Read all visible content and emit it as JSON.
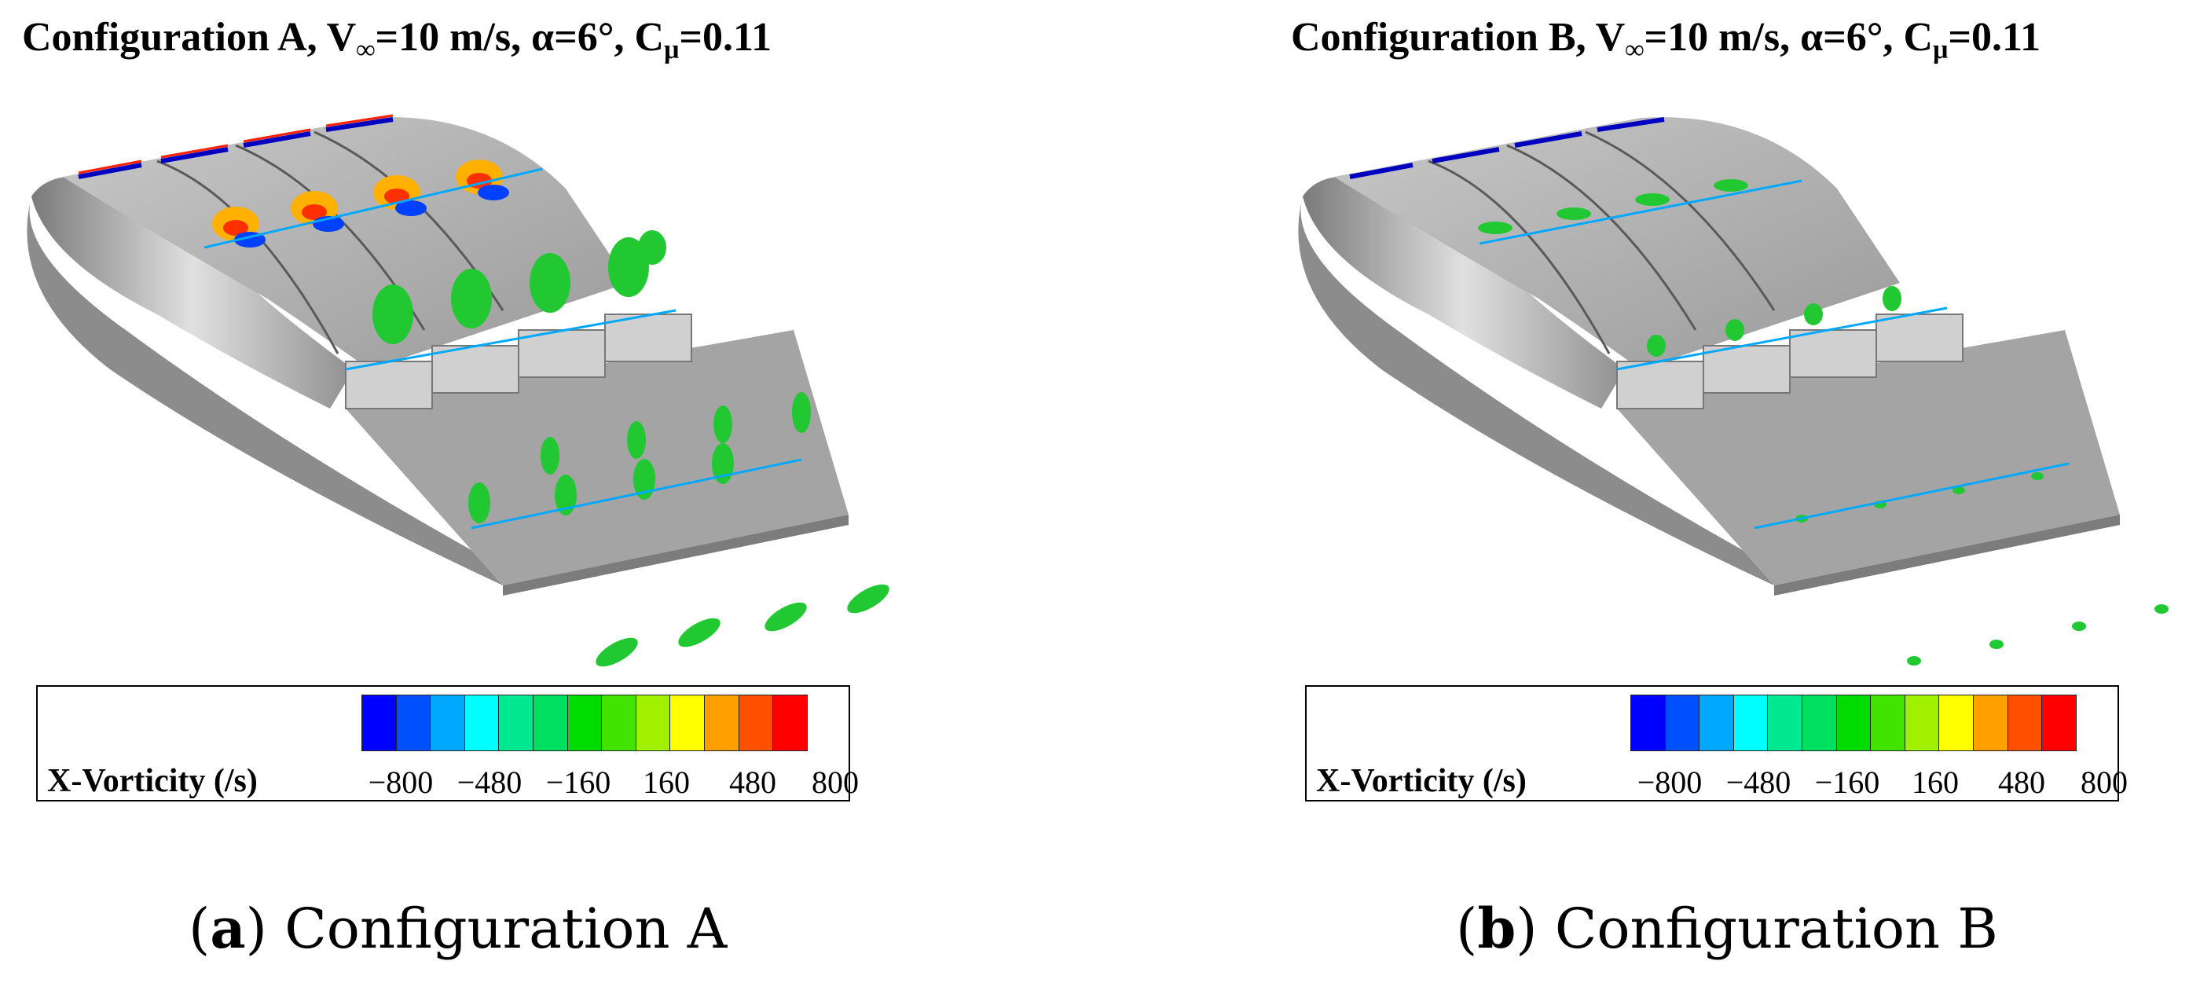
{
  "panels": [
    {
      "title_main": "Configuration A, V",
      "title_sub1": "∞",
      "title_mid": "=10 m/s, α=6°, C",
      "title_sub2": "μ",
      "title_end": "=0.11",
      "legend": {
        "label": "X-Vorticity (/s)",
        "ticks": [
          "−800",
          "−480",
          "−160",
          "160",
          "480",
          "800"
        ]
      },
      "caption_letter": "a",
      "caption_text": "Configuration A"
    },
    {
      "title_main": "Configuration B, V",
      "title_sub1": "∞",
      "title_mid": "=10 m/s, α=6°, C",
      "title_sub2": "μ",
      "title_end": "=0.11",
      "legend": {
        "label": "X-Vorticity (/s)",
        "ticks": [
          "−800",
          "−480",
          "−160",
          "160",
          "480",
          "800"
        ]
      },
      "caption_letter": "b",
      "caption_text": "Configuration B"
    }
  ],
  "colormap": [
    "#0000ff",
    "#0050ff",
    "#00a8ff",
    "#00ffff",
    "#00e890",
    "#00e060",
    "#00dc00",
    "#40e400",
    "#a0f000",
    "#ffff00",
    "#ffa000",
    "#ff5000",
    "#ff0000"
  ],
  "colors": {
    "surface": "#a8a8a8",
    "vortex_green": "#22c832"
  }
}
